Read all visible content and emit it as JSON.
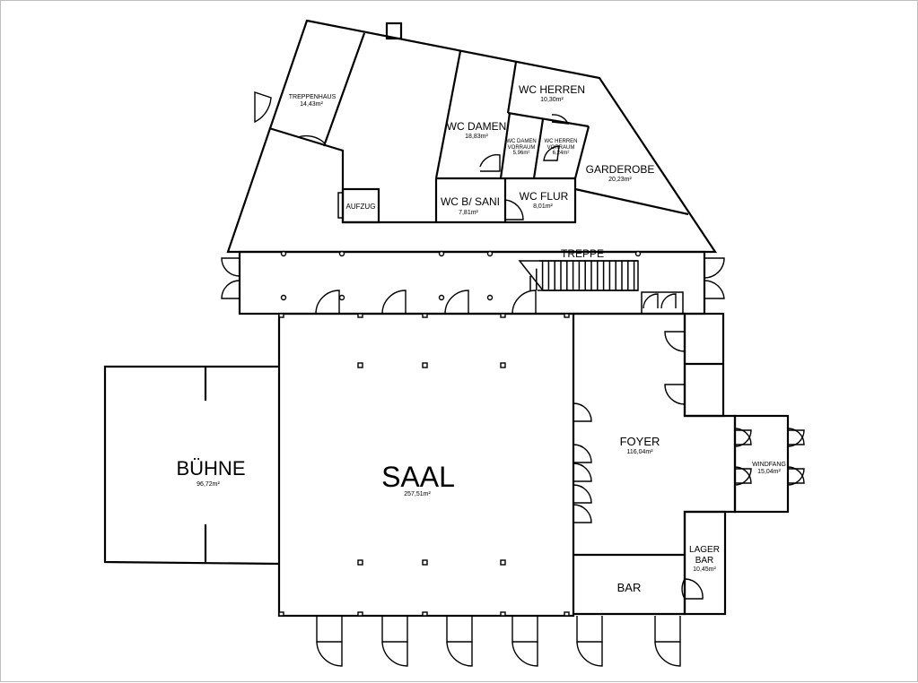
{
  "rooms": {
    "treppenhaus": {
      "name": "TREPPENHAUS",
      "area": "14,43m²"
    },
    "wc_herren": {
      "name": "WC HERREN",
      "area": "10,30m²"
    },
    "wc_damen": {
      "name": "WC DAMEN",
      "area": "18,83m²"
    },
    "wc_damen_vorraum": {
      "name_line1": "WC DAMEN",
      "name_line2": "VORRAUM",
      "area": "5,96m²"
    },
    "wc_herren_vorraum": {
      "name_line1": "WC HERREN",
      "name_line2": "VORRAUM",
      "area": "6,24m²"
    },
    "garderobe": {
      "name": "GARDEROBE",
      "area": "20,23m²"
    },
    "aufzug": {
      "name": "AUFZUG"
    },
    "wc_b_sani": {
      "name": "WC B/ SANI",
      "area": "7,81m²"
    },
    "wc_flur": {
      "name": "WC FLUR",
      "area": "8,01m²"
    },
    "treppe": {
      "name": "TREPPE"
    },
    "buehne": {
      "name": "BÜHNE",
      "area": "96,72m²"
    },
    "saal": {
      "name": "SAAL",
      "area": "257,51m²"
    },
    "foyer": {
      "name": "FOYER",
      "area": "116,04m²"
    },
    "windfang": {
      "name": "WINDFANG",
      "area": "15,04m²"
    },
    "lager_bar": {
      "name_line1": "LAGER",
      "name_line2": "BAR",
      "area": "10,45m²"
    },
    "bar": {
      "name": "BAR"
    }
  }
}
